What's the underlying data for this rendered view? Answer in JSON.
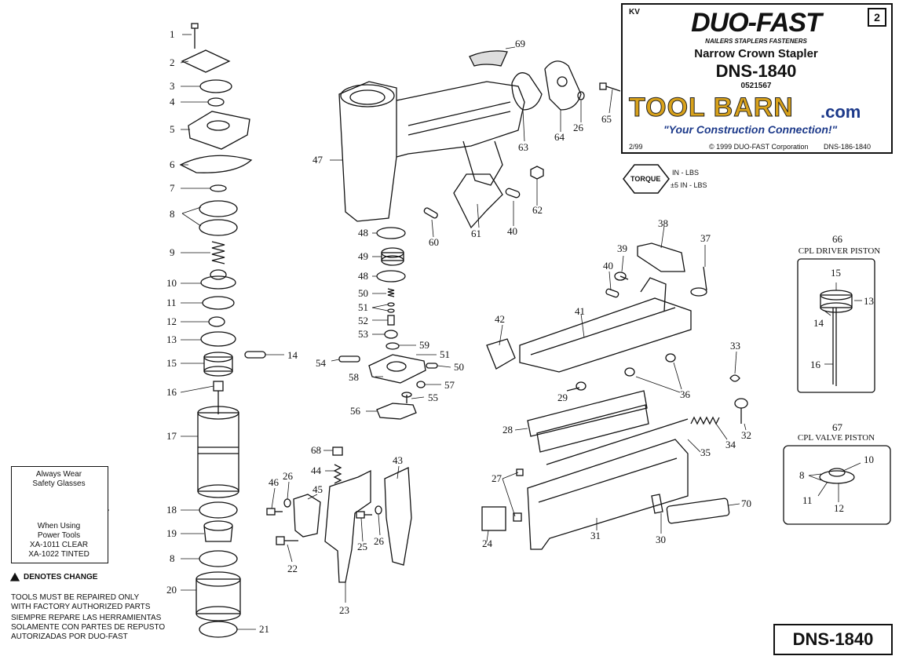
{
  "title_block": {
    "kv": "KV",
    "page": "2",
    "brand": "DUO-FAST",
    "tagline": "NAILERS STAPLERS FASTENERS",
    "product_title": "Narrow Crown Stapler",
    "model": "DNS-1840",
    "code": "0521567",
    "logo_text": "TOOL BARN",
    "logo_suffix": ".com",
    "slogan": "\"Your Construction Connection!\"",
    "date": "2/99",
    "copyright": "© 1999 DUO-FAST Corporation",
    "doc_number": "DNS-186-1840"
  },
  "torque": {
    "label": "TORQUE",
    "units": "IN - LBS",
    "tolerance": "±5 IN - LBS"
  },
  "insets": {
    "driver_piston": {
      "number": "66",
      "title": "CPL DRIVER PISTON"
    },
    "valve_piston": {
      "number": "67",
      "title": "CPL VALVE PISTON"
    }
  },
  "safety": {
    "line1": "Always Wear",
    "line2": "Safety Glasses",
    "line3": "When Using",
    "line4": "Power Tools",
    "line5": "XA-1011 CLEAR",
    "line6": "XA-1022 TINTED"
  },
  "notes": {
    "denotes_change": "DENOTES CHANGE",
    "repair_en_1": "TOOLS MUST BE REPAIRED ONLY",
    "repair_en_2": "WITH FACTORY AUTHORIZED PARTS",
    "repair_es_1": "SIEMPRE REPARE LAS HERRAMIENTAS",
    "repair_es_2": "SOLAMENTE CON PARTES DE REPUSTO",
    "repair_es_3": "AUTORIZADAS POR DUO-FAST"
  },
  "footer_model": "DNS-1840",
  "callouts": {
    "c1": "1",
    "c2": "2",
    "c3": "3",
    "c4": "4",
    "c5": "5",
    "c6": "6",
    "c7": "7",
    "c8": "8",
    "c9": "9",
    "c10": "10",
    "c11": "11",
    "c12": "12",
    "c13": "13",
    "c14": "14",
    "c15": "15",
    "c16": "16",
    "c17": "17",
    "c18": "18",
    "c19": "19",
    "c8b": "8",
    "c20": "20",
    "c21": "21",
    "c22": "22",
    "c23": "23",
    "c24": "24",
    "c25": "25",
    "c26a": "26",
    "c26b": "26",
    "c26c": "26",
    "c27": "27",
    "c28": "28",
    "c29": "29",
    "c30": "30",
    "c31": "31",
    "c32": "32",
    "c33": "33",
    "c34": "34",
    "c35": "35",
    "c36": "36",
    "c37": "37",
    "c38": "38",
    "c39": "39",
    "c40a": "40",
    "c40b": "40",
    "c41": "41",
    "c42": "42",
    "c43": "43",
    "c44": "44",
    "c45": "45",
    "c46": "46",
    "c47": "47",
    "c48a": "48",
    "c48b": "48",
    "c49": "49",
    "c50a": "50",
    "c50b": "50",
    "c51a": "51",
    "c51b": "51",
    "c52": "52",
    "c53": "53",
    "c54": "54",
    "c55": "55",
    "c56": "56",
    "c57": "57",
    "c58": "58",
    "c59": "59",
    "c60": "60",
    "c61": "61",
    "c62": "62",
    "c63": "63",
    "c64": "64",
    "c65": "65",
    "c68": "68",
    "c69": "69",
    "c70": "70",
    "i15": "15",
    "i13": "13",
    "i14": "14",
    "i16": "16",
    "i10": "10",
    "i8": "8",
    "i11": "11",
    "i12": "12"
  }
}
